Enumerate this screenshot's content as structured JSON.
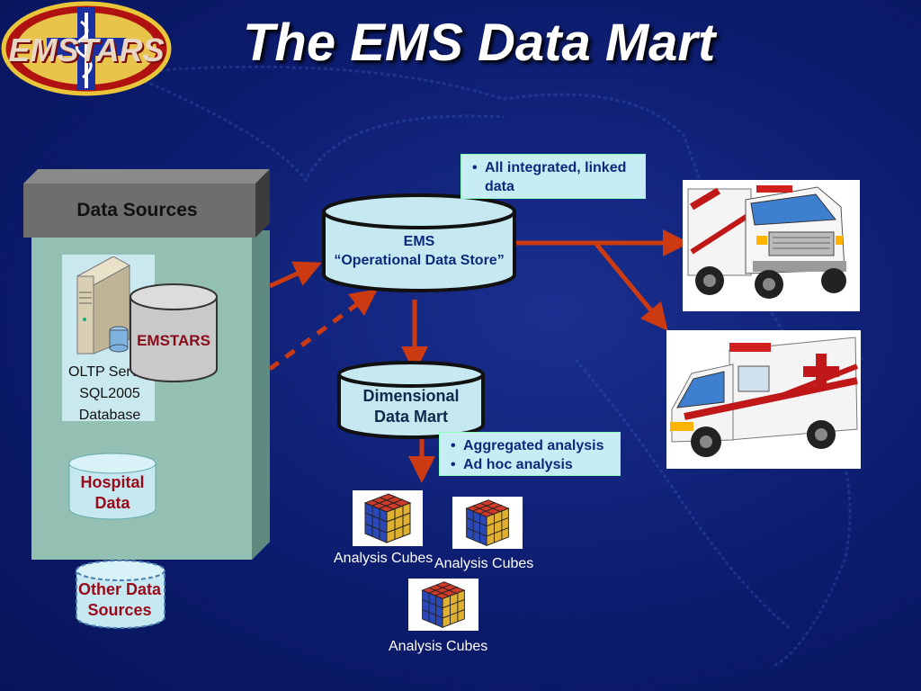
{
  "title": "The EMS Data Mart",
  "logo": {
    "text": "EMSTARS"
  },
  "data_sources": {
    "header": "Data Sources",
    "oltp_lines": [
      "OLTP Server",
      "SQL2005",
      "Database"
    ],
    "emstars_db": "EMSTARS",
    "hospital_lines": [
      "Hospital",
      "Data"
    ],
    "other_lines": [
      "Other Data",
      "Sources"
    ]
  },
  "ods": {
    "line1": "EMS",
    "line2": "“Operational Data Store”"
  },
  "mart": {
    "line1": "Dimensional",
    "line2": "Data Mart"
  },
  "callout_top": {
    "items": [
      "All integrated, linked data"
    ]
  },
  "callout_mart": {
    "items": [
      "Aggregated analysis",
      "Ad hoc analysis"
    ]
  },
  "cubes": [
    {
      "label": "Analysis Cubes"
    },
    {
      "label": "Analysis Cubes"
    },
    {
      "label": "Analysis Cubes"
    }
  ],
  "images": [
    "ambulance-front-view",
    "ambulance-side-view"
  ],
  "colors": {
    "arrow": "#cc3a12",
    "panel": "#8fbcae",
    "cylinder": "#c6e8f0",
    "callout": "#c8ecf4",
    "title": "#ffffff"
  }
}
